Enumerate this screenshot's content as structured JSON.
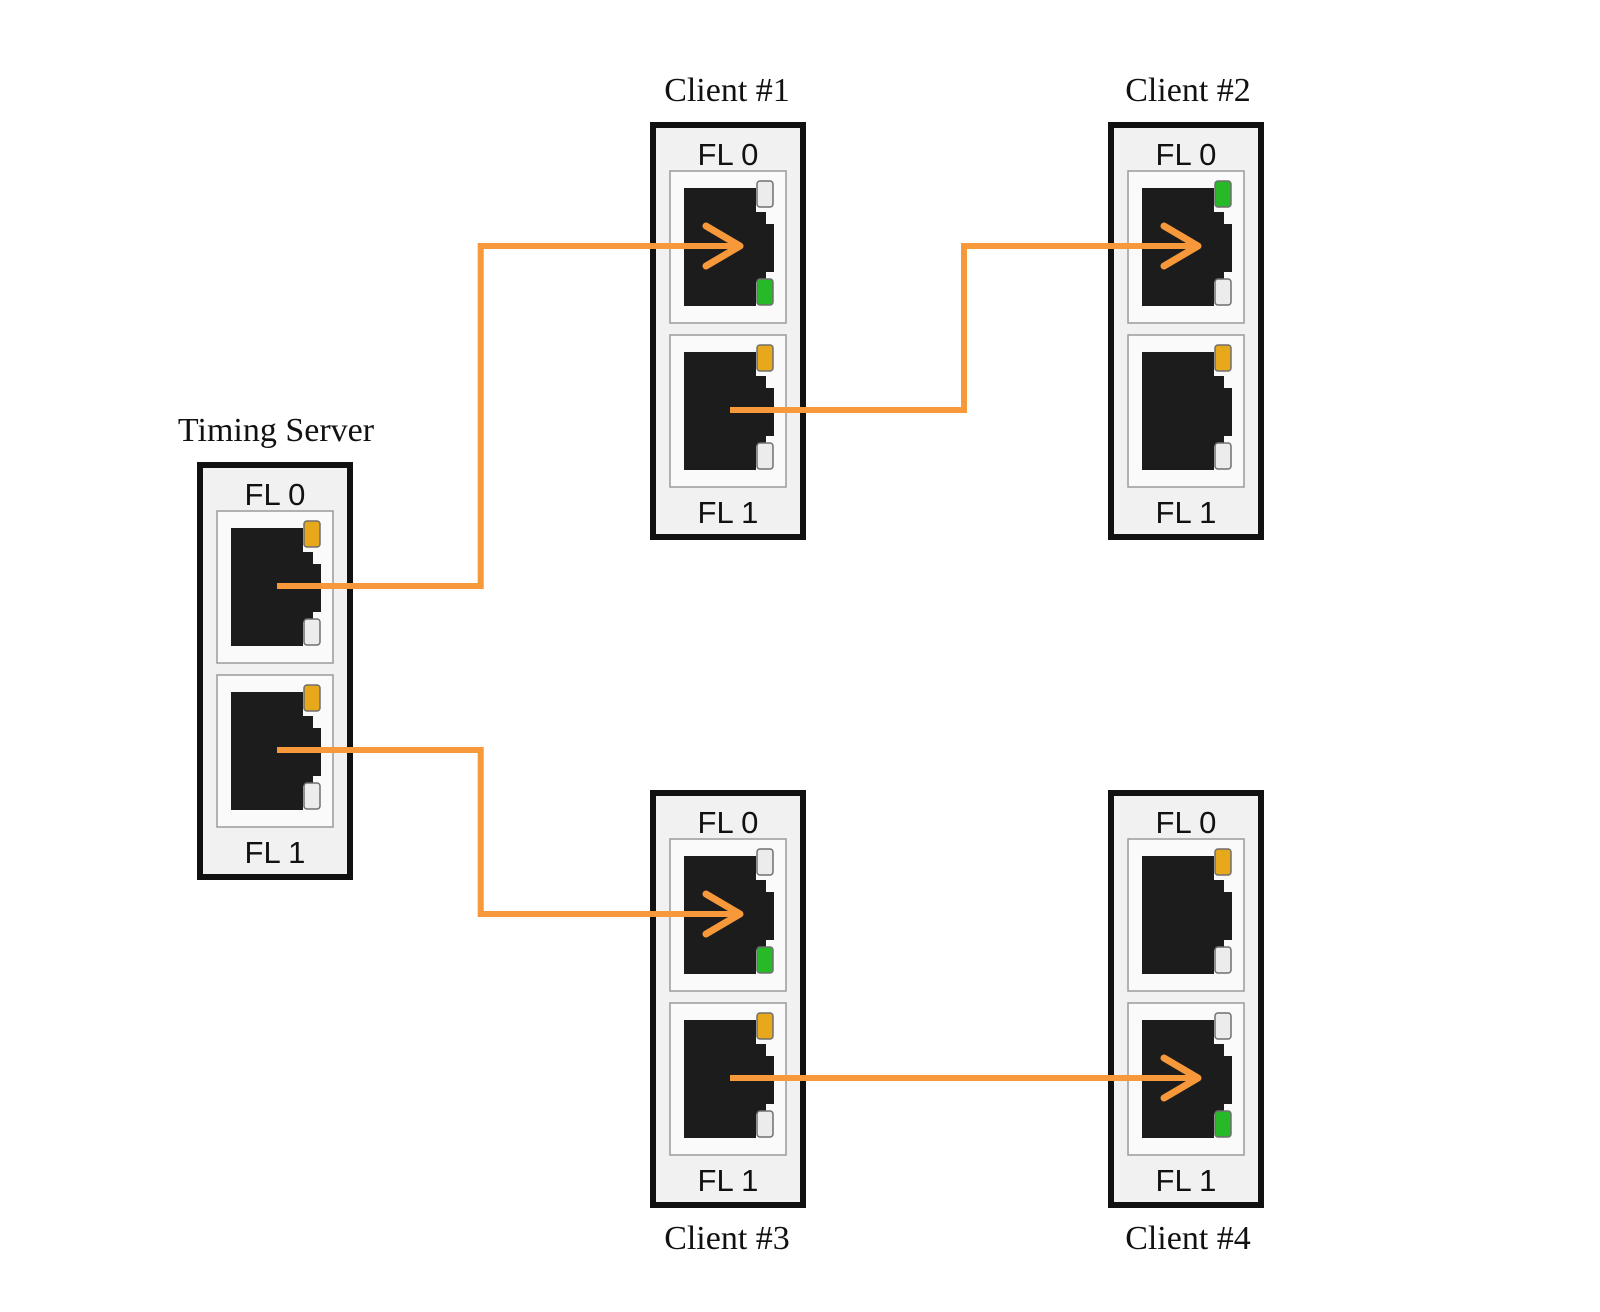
{
  "colors": {
    "cable": "#f7983a",
    "led_amber": "#e7a81c",
    "led_green": "#27b928",
    "led_off": "#ececec",
    "frame": "#111111",
    "panel": "#f1f1f1",
    "jack": "#1c1c1c"
  },
  "devices": [
    {
      "key": "server",
      "title": "Timing Server",
      "ports": [
        {
          "label": "FL 0",
          "leds": [
            "amber",
            "off"
          ]
        },
        {
          "label": "FL 1",
          "leds": [
            "amber",
            "off"
          ]
        }
      ]
    },
    {
      "key": "client1",
      "title": "Client #1",
      "ports": [
        {
          "label": "FL 0",
          "leds": [
            "off",
            "green"
          ]
        },
        {
          "label": "FL 1",
          "leds": [
            "amber",
            "off"
          ]
        }
      ]
    },
    {
      "key": "client2",
      "title": "Client #2",
      "ports": [
        {
          "label": "FL 0",
          "leds": [
            "green",
            "off"
          ]
        },
        {
          "label": "FL 1",
          "leds": [
            "amber",
            "off"
          ]
        }
      ]
    },
    {
      "key": "client3",
      "title": "Client #3",
      "ports": [
        {
          "label": "FL 0",
          "leds": [
            "off",
            "green"
          ]
        },
        {
          "label": "FL 1",
          "leds": [
            "amber",
            "off"
          ]
        }
      ]
    },
    {
      "key": "client4",
      "title": "Client #4",
      "ports": [
        {
          "label": "FL 0",
          "leds": [
            "amber",
            "off"
          ]
        },
        {
          "label": "FL 1",
          "leds": [
            "off",
            "green"
          ]
        }
      ]
    }
  ],
  "links": [
    {
      "from": "server.FL 0",
      "to": "client1.FL 0"
    },
    {
      "from": "server.FL 1",
      "to": "client3.FL 0"
    },
    {
      "from": "client1.FL 1",
      "to": "client2.FL 0"
    },
    {
      "from": "client3.FL 1",
      "to": "client4.FL 1"
    }
  ]
}
